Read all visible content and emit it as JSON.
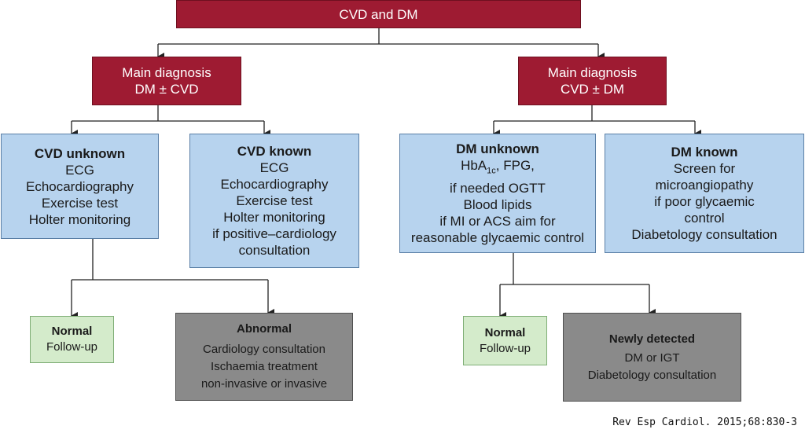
{
  "root": {
    "label": "CVD and DM"
  },
  "branches": [
    {
      "title": [
        "Main diagnosis",
        "DM ± CVD"
      ],
      "children": [
        {
          "head": "CVD unknown",
          "lines": [
            "ECG",
            "Echocardiography",
            "Exercise test",
            "Holter monitoring"
          ]
        },
        {
          "head": "CVD known",
          "lines": [
            "ECG",
            "Echocardiography",
            "Exercise test",
            "Holter monitoring",
            "if positive–cardiology",
            "consultation"
          ]
        }
      ],
      "outcomes": [
        {
          "head": "Normal",
          "lines": [
            "Follow-up"
          ]
        },
        {
          "head": "Abnormal",
          "lines": [
            "Cardiology consultation",
            "Ischaemia treatment",
            "non-invasive or invasive"
          ]
        }
      ]
    },
    {
      "title": [
        "Main diagnosis",
        "CVD ± DM"
      ],
      "children": [
        {
          "head": "DM unknown",
          "hba": "HbA",
          "hba_sub": "1c",
          "hba_rest": ", FPG,",
          "lines": [
            "if needed OGTT",
            "Blood lipids",
            "if MI or ACS aim for",
            "reasonable glycaemic control"
          ]
        },
        {
          "head": "DM known",
          "lines": [
            "Screen for",
            "microangiopathy",
            "if poor glycaemic",
            "control",
            "Diabetology consultation"
          ]
        }
      ],
      "outcomes": [
        {
          "head": "Normal",
          "lines": [
            "Follow-up"
          ]
        },
        {
          "head": "Newly detected",
          "lines": [
            "DM or IGT",
            "Diabetology consultation"
          ]
        }
      ]
    }
  ],
  "citation": "Rev Esp Cardiol. 2015;68:830-3",
  "colors": {
    "red": "#9e1b32",
    "blue": "#b7d3ee",
    "green": "#d4ebcb",
    "grey": "#8a8a8a"
  }
}
